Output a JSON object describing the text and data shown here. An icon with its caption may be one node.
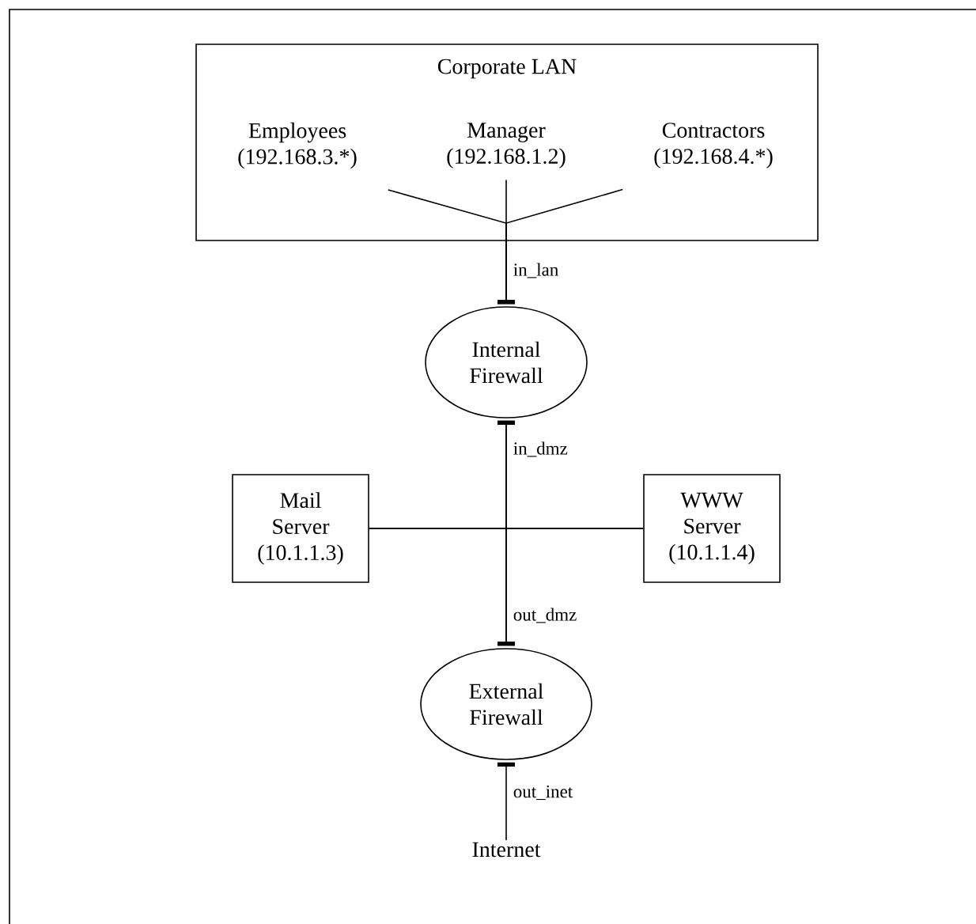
{
  "diagram": {
    "nodes": [
      {
        "text": [
          "Corporate LAN"
        ]
      },
      {
        "text": [
          "Employees (192.168.3.*)"
        ],
        "in": 0
      },
      {
        "text": [
          "Manager (192.168.1.2)"
        ],
        "in": 0
      },
      {
        "text": [
          "Contractors (192.168.4.*)"
        ],
        "in": 0
      },
      {
        "text": [
          "Internal Firewall"
        ]
      },
      {
        "text": [
          "Mail Server (10.1.1.3)"
        ]
      },
      {
        "text": [
          "WWW Server (10.1.1.4)"
        ]
      },
      {
        "text": [
          "External Firewall"
        ]
      },
      {
        "text": [
          "Internet"
        ]
      }
    ],
    "edges": [
      {
        "from": 1,
        "to": 4,
        "arrow": "other"
      },
      {
        "from": 2,
        "to": 4,
        "arrow": "other",
        "label": "in_lan"
      },
      {
        "from": 3,
        "to": 4,
        "arrow": "other"
      },
      {
        "from": 5,
        "to": 4,
        "arrow": "other",
        "label": "in_dmz"
      },
      {
        "from": 6,
        "to": 4,
        "arrow": "other"
      },
      {
        "from": 5,
        "to": 7,
        "arrow": "other",
        "label": "out_dmz"
      },
      {
        "from": 6,
        "to": 7,
        "arrow": "other"
      },
      {
        "from": 8,
        "to": 7,
        "arrow": "other",
        "label": "out_inet"
      }
    ]
  }
}
